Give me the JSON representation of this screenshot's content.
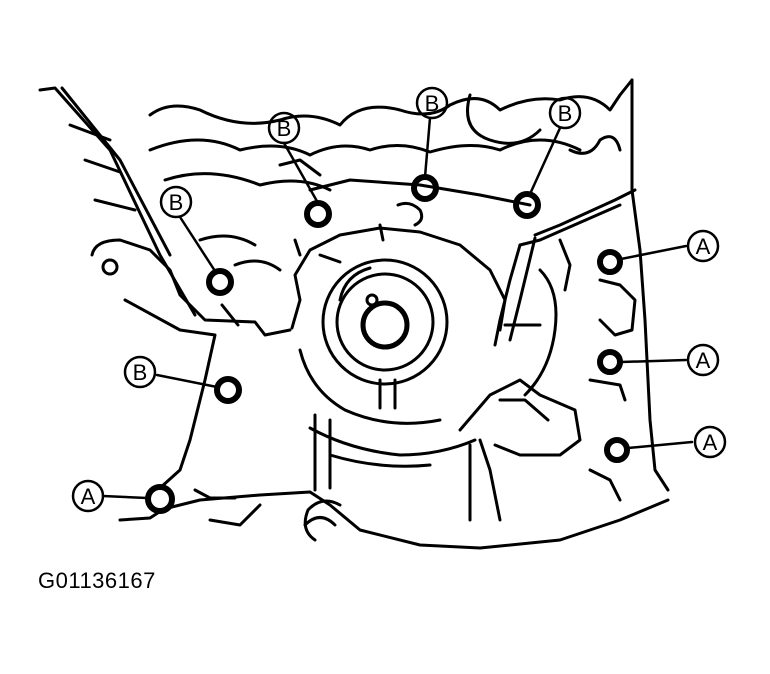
{
  "figure": {
    "id_text": "G01136167"
  },
  "callouts": [
    {
      "key": "b_top_left",
      "label": "B"
    },
    {
      "key": "b_top_center",
      "label": "B"
    },
    {
      "key": "b_top_right",
      "label": "B"
    },
    {
      "key": "b_upper_left",
      "label": "B"
    },
    {
      "key": "b_mid_left",
      "label": "B"
    },
    {
      "key": "a_bottom_left",
      "label": "A"
    },
    {
      "key": "a_right_upper",
      "label": "A"
    },
    {
      "key": "a_right_middle",
      "label": "A"
    },
    {
      "key": "a_right_lower",
      "label": "A"
    }
  ],
  "colors": {
    "ink": "#000000",
    "paper": "#ffffff"
  }
}
